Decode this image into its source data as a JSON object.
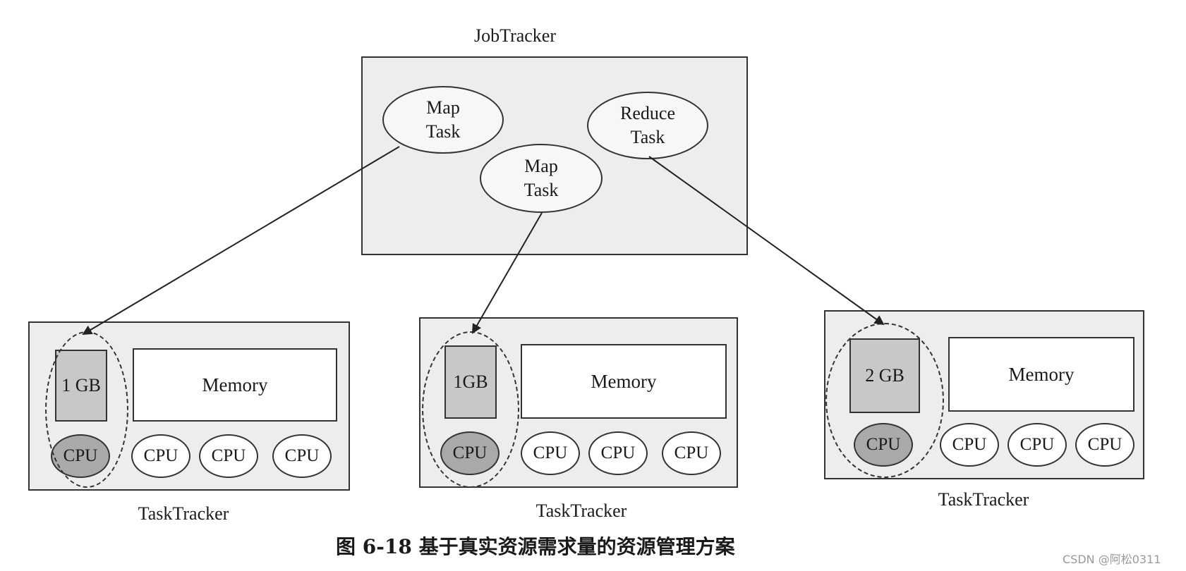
{
  "jobtracker": {
    "label": "JobTracker",
    "tasks": [
      {
        "line1": "Map",
        "line2": "Task"
      },
      {
        "line1": "Map",
        "line2": "Task"
      },
      {
        "line1": "Reduce",
        "line2": "Task"
      }
    ]
  },
  "tasktrackers": [
    {
      "label": "TaskTracker",
      "memory_label": "Memory",
      "alloc_label": "1 GB",
      "cpus": [
        "CPU",
        "CPU",
        "CPU",
        "CPU"
      ]
    },
    {
      "label": "TaskTracker",
      "memory_label": "Memory",
      "alloc_label": "1GB",
      "cpus": [
        "CPU",
        "CPU",
        "CPU",
        "CPU"
      ]
    },
    {
      "label": "TaskTracker",
      "memory_label": "Memory",
      "alloc_label": "2 GB",
      "cpus": [
        "CPU",
        "CPU",
        "CPU",
        "CPU"
      ]
    }
  ],
  "caption": "图 6-18   基于真实资源需求量的资源管理方案",
  "watermark": "CSDN @阿松0311",
  "colors": {
    "background": "#ffffff",
    "panel": "#ededed",
    "allocated": "#c8c8c8",
    "active_cpu": "#a9a9a9",
    "stroke": "#333333"
  }
}
